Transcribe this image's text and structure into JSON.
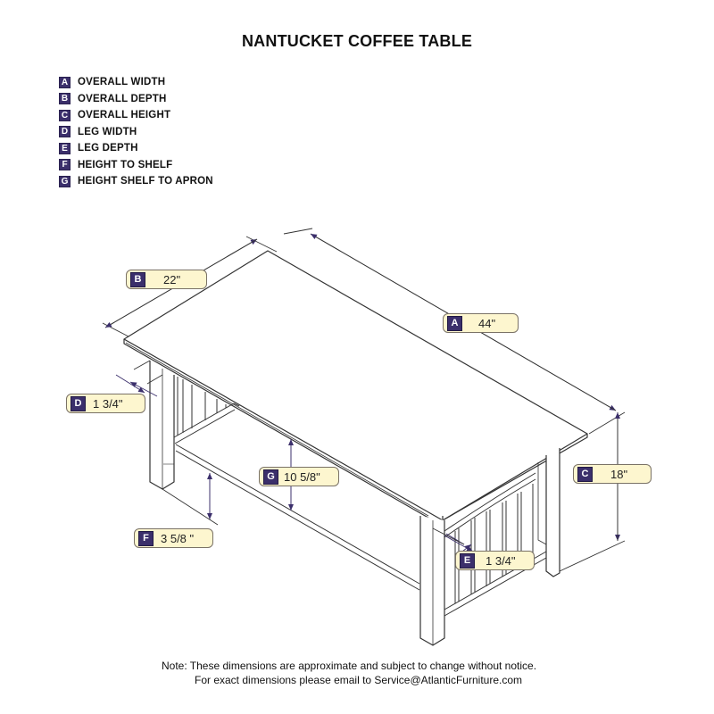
{
  "title": "NANTUCKET COFFEE TABLE",
  "legend": [
    {
      "key": "A",
      "label": "OVERALL WIDTH"
    },
    {
      "key": "B",
      "label": "OVERALL DEPTH"
    },
    {
      "key": "C",
      "label": "OVERALL HEIGHT"
    },
    {
      "key": "D",
      "label": "LEG WIDTH"
    },
    {
      "key": "E",
      "label": "LEG DEPTH"
    },
    {
      "key": "F",
      "label": "HEIGHT TO SHELF"
    },
    {
      "key": "G",
      "label": "HEIGHT SHELF TO APRON"
    }
  ],
  "dimensions": {
    "A": {
      "key": "A",
      "value": "44\""
    },
    "B": {
      "key": "B",
      "value": "22\""
    },
    "C": {
      "key": "C",
      "value": "18\""
    },
    "D": {
      "key": "D",
      "value": "1 3/4\""
    },
    "E": {
      "key": "E",
      "value": "1 3/4\""
    },
    "F": {
      "key": "F",
      "value": "3 5/8 \""
    },
    "G": {
      "key": "G",
      "value": "10 5/8\""
    }
  },
  "note": {
    "line1": "Note:  These dimensions are approximate and subject to change without notice.",
    "line2": "For exact dimensions please email to Service@AtlanticFurniture.com"
  },
  "colors": {
    "key_badge": "#3b2f6b",
    "callout_fill": "#fdf6cf",
    "callout_border": "#7a7266",
    "dimension_line": "#3b2f6b"
  }
}
